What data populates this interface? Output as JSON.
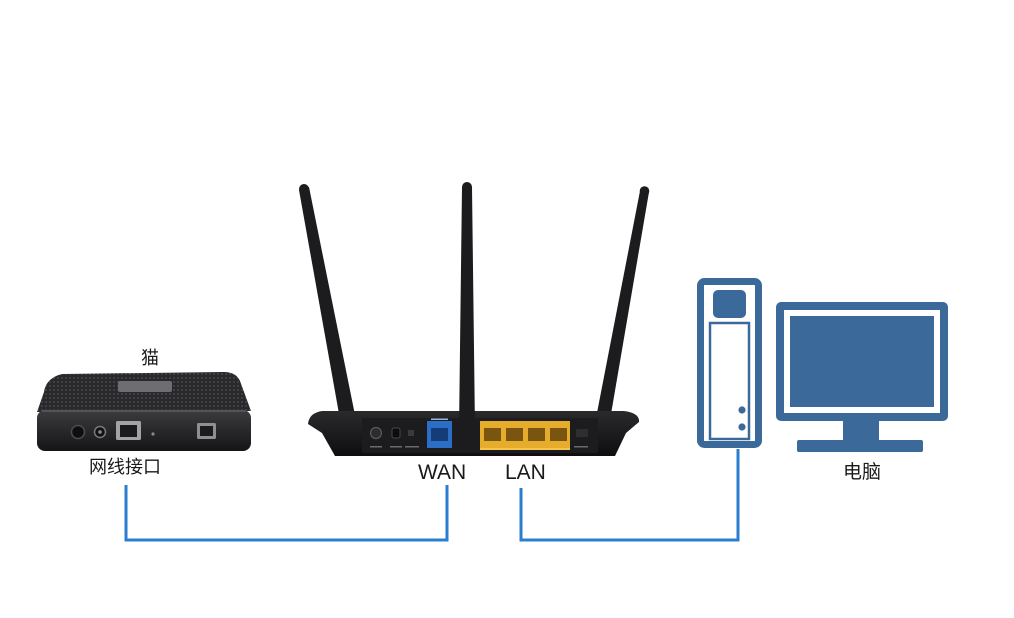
{
  "diagram": {
    "modem": {
      "label": "猫",
      "port_label": "网线接口",
      "icon": "modem-icon"
    },
    "router": {
      "wan_label": "WAN",
      "lan_label": "LAN",
      "icon": "wireless-router-icon"
    },
    "computer": {
      "label": "电脑",
      "icon": "desktop-computer-icon"
    }
  },
  "colors": {
    "background": "#ffffff",
    "cable": "#2b7dd0",
    "computer_icon": "#3b6a9a",
    "device_body": "#141416",
    "wan_port": "#2c6dc6",
    "lan_port": "#e5ad2b",
    "label_text": "#1a1a1a"
  }
}
